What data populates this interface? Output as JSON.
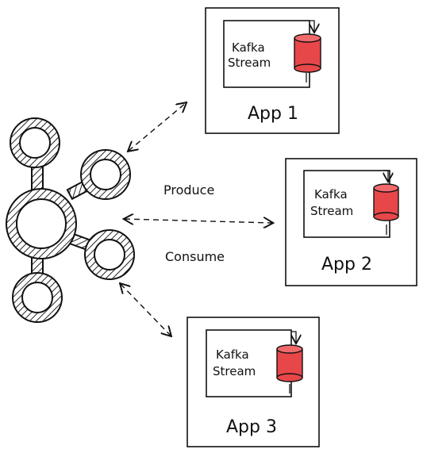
{
  "labels": {
    "produce": "Produce",
    "consume": "Consume"
  },
  "apps": [
    {
      "stream_line1": "Kafka",
      "stream_line2": "Stream",
      "title": "App 1"
    },
    {
      "stream_line1": "Kafka",
      "stream_line2": "Stream",
      "title": "App 2"
    },
    {
      "stream_line1": "Kafka",
      "stream_line2": "Stream",
      "title": "App 3"
    }
  ],
  "colors": {
    "ink": "#111111",
    "storage": "#e8474a",
    "hatch": "#2a2a2a"
  },
  "icons": {
    "cluster": "kafka-cluster-icon",
    "storage": "database-cylinder-icon"
  }
}
